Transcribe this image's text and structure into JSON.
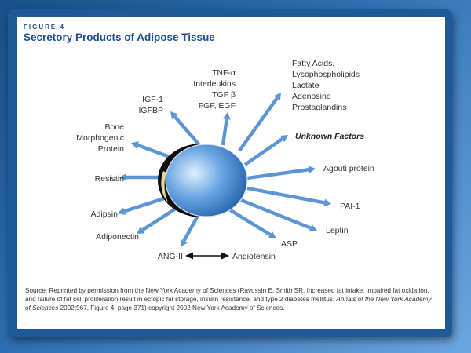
{
  "figure": {
    "label": "FIGURE 4",
    "title": "Secretory Products of Adipose Tissue"
  },
  "products": {
    "fatty_acids": [
      "Fatty Acids,",
      "Lysophospholipids",
      "Lactate",
      "Adenosine",
      "Prostaglandins"
    ],
    "tnf": [
      "TNF-α",
      "Interleukins",
      "TGF β",
      "FGF, EGF"
    ],
    "igf": [
      "IGF-1",
      "IGFBP"
    ],
    "bone": [
      "Bone",
      "Morphogenic",
      "Protein"
    ],
    "unknown": "Unknown Factors",
    "agouti": "Agouti protein",
    "pai": "PAI-1",
    "leptin": "Leptin",
    "asp": "ASP",
    "resistin": "Resistin",
    "adipsin": "Adipsin",
    "adiponectin": "Adiponectin",
    "ang2": "ANG-II",
    "angiotensin": "Angiotensin"
  },
  "caption": {
    "prefix": "Source: Reprinted by permission from the New York Academy of Sciences (Ravussin E, Smith SR. Increased fat intake, impaired fat oxidation, and failure of fat cell proliferation result in ectopic fat storage, insulin resistance, and type 2 diabetes mellitus.",
    "journal": "Annals of the New York Academy of Sciences",
    "suffix": "2002;967, Figure 4, page 371) copyright 2002 New York Academy of Sciences."
  },
  "colors": {
    "title": "#1e4f8f",
    "arrow": "#5b95d3",
    "cell_light": "#d7ebfb",
    "cell_dark": "#1d5aa8",
    "background": "#2f6fb3"
  }
}
